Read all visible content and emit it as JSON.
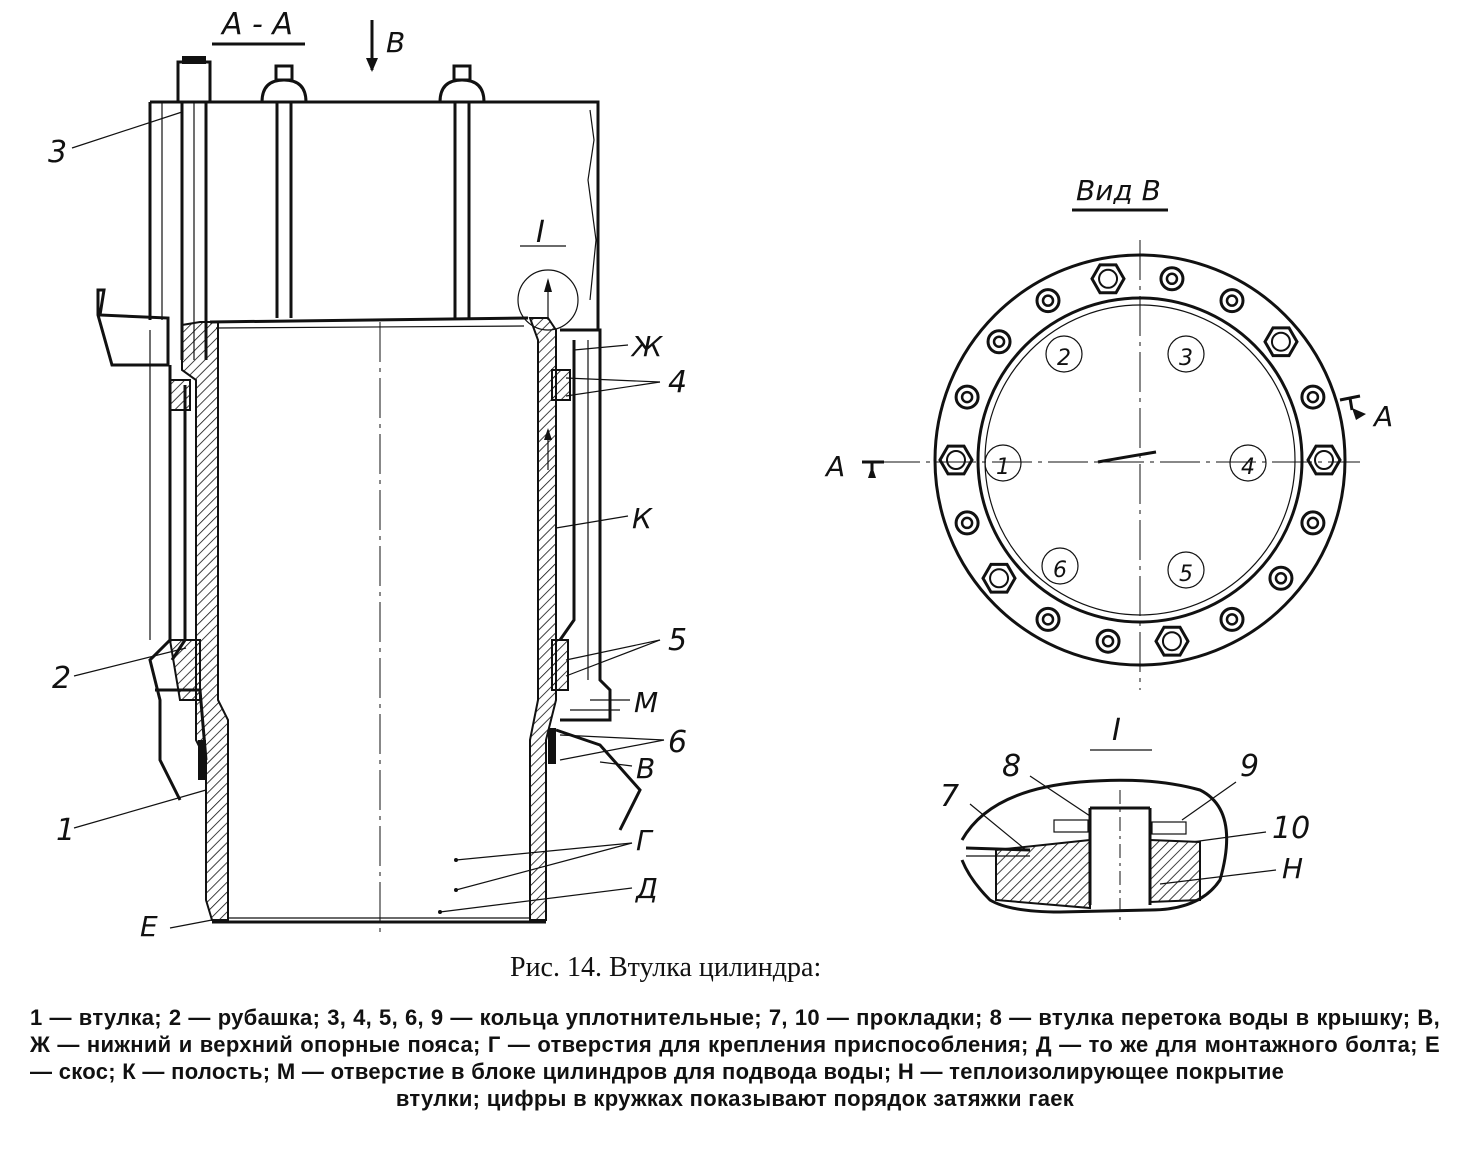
{
  "section_aa": {
    "title": "А - А",
    "view_arrow": "В",
    "callouts": [
      "3",
      "2",
      "1",
      "Е",
      "I",
      "Ж",
      "4",
      "К",
      "5",
      "М",
      "6",
      "В",
      "Г",
      "Д"
    ]
  },
  "view_b": {
    "title": "Вид В",
    "order_numbers": [
      "1",
      "2",
      "3",
      "4",
      "5",
      "6"
    ],
    "section_marks": [
      "А",
      "А"
    ]
  },
  "detail_i": {
    "title": "I",
    "callouts": [
      "7",
      "8",
      "9",
      "10",
      "Н"
    ]
  },
  "caption": "Рис. 14. Втулка цилиндра:",
  "legend": {
    "body": "1 — втулка; 2 — рубашка; 3, 4, 5, 6, 9 — кольца уплотнительные; 7, 10 — прокладки; 8 — втулка перетока воды в крышку; В, Ж — нижний и верхний опорные пояса; Г — отверстия для крепления приспособления; Д — то же для монтажного болта; Е — скос; К — полость; М — отверстие в блоке цилиндров для подвода воды; Н — теплоизолирующее покрытие",
    "last_line": "втулки; цифры в кружках показывают порядок затяжки гаек"
  }
}
